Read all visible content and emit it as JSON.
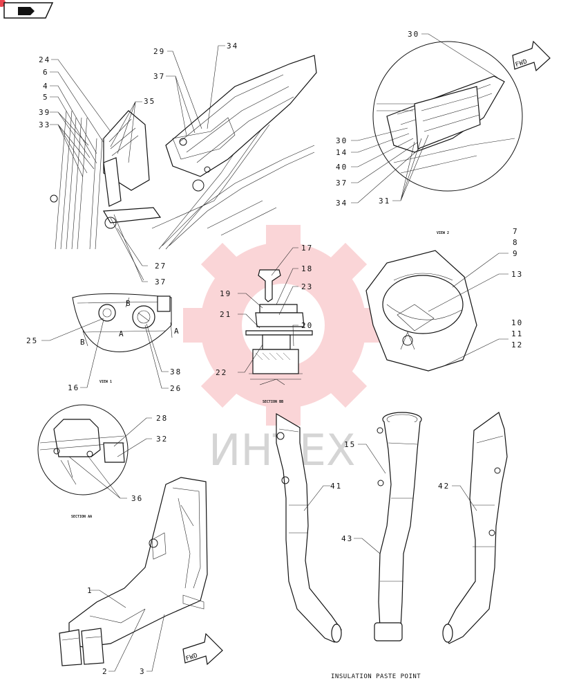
{
  "watermark": {
    "text": "ИНТЕХ",
    "color": "#e9454f"
  },
  "fwd_badges": [
    "FWD",
    "FWD"
  ],
  "captions": {
    "view_1": "VIEW 1",
    "view_2": "VIEW 2",
    "section_bb": "SECTION BB",
    "section_aa": "SECTION AA",
    "insulation": "INSULATION PASTE POINT"
  },
  "section_markers": [
    "A",
    "A",
    "B",
    "B"
  ],
  "callouts": {
    "c24": "24",
    "c6": "6",
    "c4": "4",
    "c5": "5",
    "c39": "39",
    "c33": "33",
    "c35": "35",
    "c27": "27",
    "c37a": "37",
    "c29": "29",
    "c34a": "34",
    "c37b": "37",
    "c30a": "30",
    "c30b": "30",
    "c14": "14",
    "c40": "40",
    "c37c": "37",
    "c34b": "34",
    "c31": "31",
    "c17": "17",
    "c18": "18",
    "c19": "19",
    "c23": "23",
    "c21": "21",
    "c20": "20",
    "c22": "22",
    "c7": "7",
    "c8": "8",
    "c9": "9",
    "c13": "13",
    "c10": "10",
    "c11": "11",
    "c12": "12",
    "c25": "25",
    "c16": "16",
    "c26": "26",
    "c38": "38",
    "c28": "28",
    "c32": "32",
    "c36": "36",
    "c15": "15",
    "c41": "41",
    "c42": "42",
    "c43": "43",
    "c1": "1",
    "c2": "2",
    "c3": "3"
  }
}
